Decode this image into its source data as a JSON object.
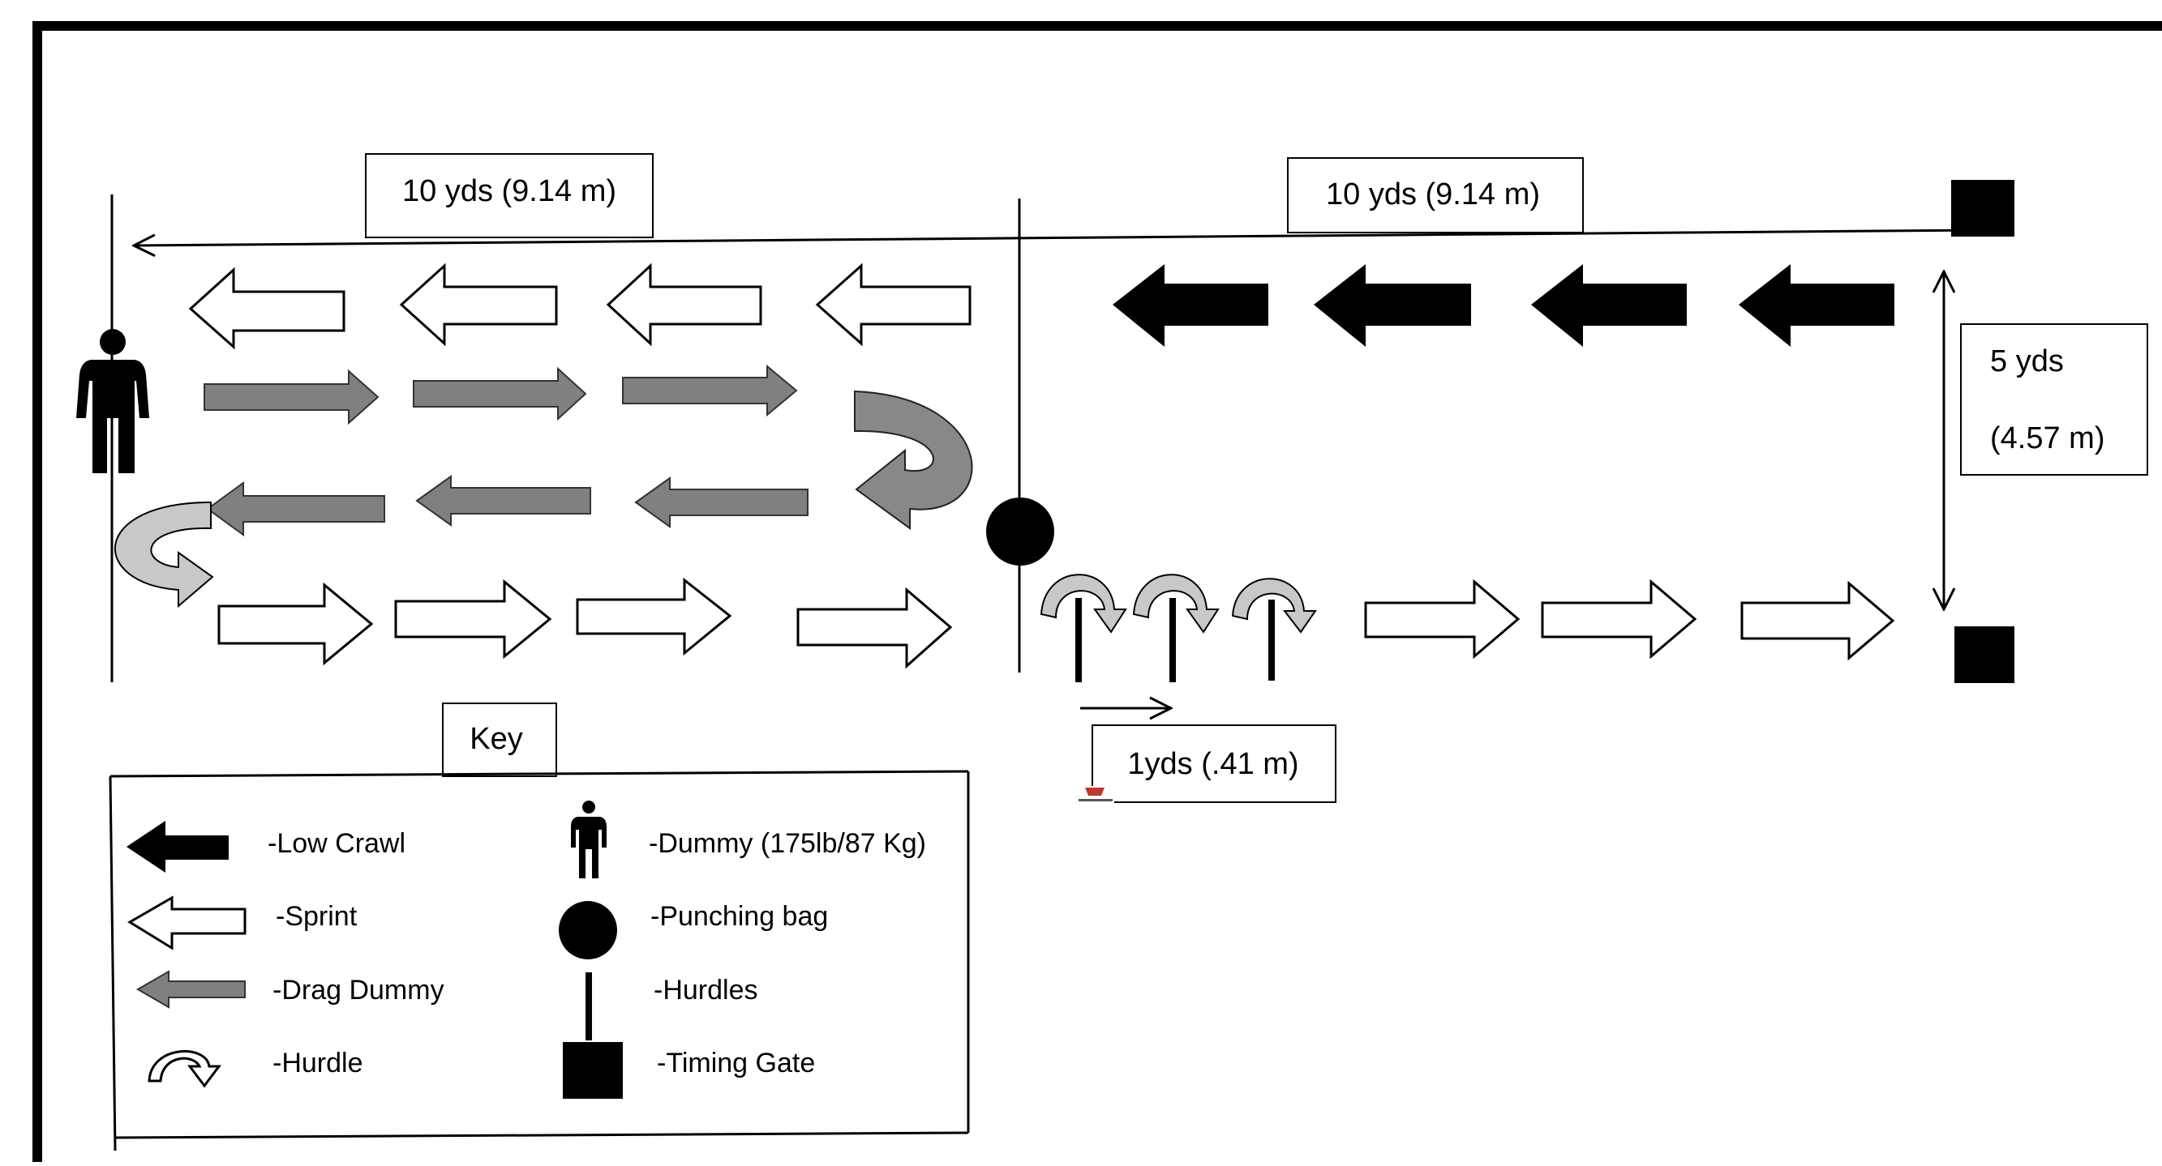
{
  "diagram": {
    "heading_fragment": "",
    "distance_labels": {
      "left_span": "10 yds (9.14 m)",
      "right_span": "10 yds (9.14 m)",
      "side_width_line1": "5 yds",
      "side_width_line2": "(4.57 m)",
      "hurdle_spacing": "1yds (.41 m)"
    },
    "key": {
      "title": "Key",
      "items": [
        {
          "icon": "low-crawl-arrow-icon",
          "label": "-Low Crawl"
        },
        {
          "icon": "sprint-arrow-icon",
          "label": "-Sprint"
        },
        {
          "icon": "drag-dummy-arrow-icon",
          "label": "-Drag Dummy"
        },
        {
          "icon": "hurdle-arc-icon",
          "label": "-Hurdle"
        },
        {
          "icon": "dummy-figure-icon",
          "label": "-Dummy (175lb/87 Kg)"
        },
        {
          "icon": "punching-bag-icon",
          "label": "-Punching bag"
        },
        {
          "icon": "hurdle-post-icon",
          "label": "-Hurdles"
        },
        {
          "icon": "timing-gate-icon",
          "label": "-Timing Gate"
        }
      ]
    },
    "colors": {
      "low_crawl": "#000000",
      "sprint": "#ffffff",
      "drag_dummy": "#808080",
      "hurdle_arc": "#c8c8c8",
      "frame": "#000000"
    }
  }
}
